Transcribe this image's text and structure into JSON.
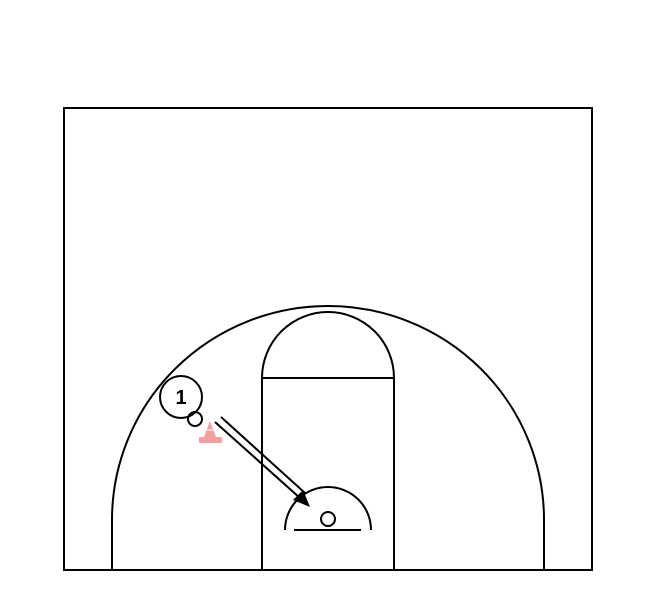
{
  "colors": {
    "court_lines": "#000000",
    "background": "#ffffff",
    "cone": "#f4a0a0",
    "cone_highlight": "#fbd2d2"
  },
  "players": [
    {
      "label": "1",
      "has_ball": true
    }
  ],
  "markers": [
    {
      "type": "cone-icon"
    }
  ],
  "actions": [
    {
      "type": "dribble",
      "from": "player-1",
      "to": "basket"
    }
  ]
}
